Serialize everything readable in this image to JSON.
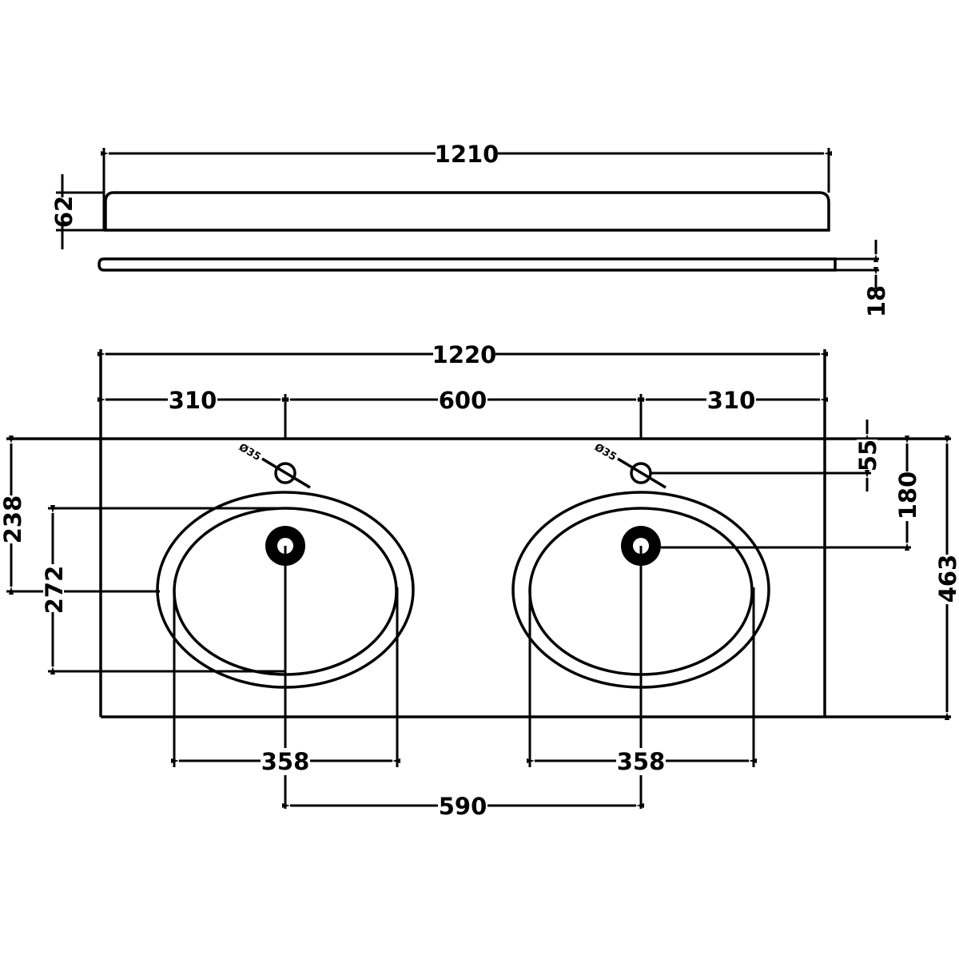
{
  "drawing": {
    "upstand": {
      "length": "1210",
      "height": "62",
      "thickness": "18"
    },
    "countertop": {
      "width": "1220",
      "edge_left": "310",
      "tap_spacing": "600",
      "edge_right": "310",
      "depth": "463",
      "tap_offset": "55",
      "waste_offset": "180",
      "basin_center_depth": "238",
      "basin_depth": "272",
      "basin_width_left": "358",
      "basin_width_right": "358",
      "basin_spacing": "590",
      "tap_hole_left": "Ø35",
      "tap_hole_right": "Ø35"
    }
  }
}
